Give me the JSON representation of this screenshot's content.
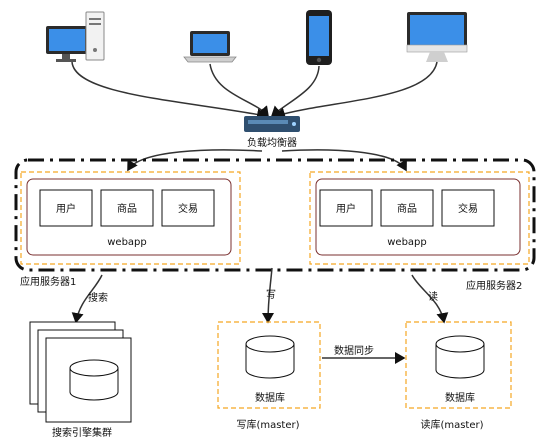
{
  "load_balancer": {
    "label": "负载均衡器"
  },
  "app_servers": [
    {
      "label": "应用服务器1",
      "app": "webapp",
      "modules": [
        "用户",
        "商品",
        "交易"
      ]
    },
    {
      "label": "应用服务器2",
      "app": "webapp",
      "modules": [
        "用户",
        "商品",
        "交易"
      ]
    }
  ],
  "edges": {
    "search": "搜索",
    "write": "写",
    "read": "读",
    "sync": "数据同步"
  },
  "search_cluster": {
    "label": "搜索引擎集群"
  },
  "write_db": {
    "db_label": "数据库",
    "caption": "写库(master)"
  },
  "read_db": {
    "db_label": "数据库",
    "caption": "读库(master)"
  },
  "colors": {
    "dashed_orange": "#f5a623",
    "box_stroke": "#7a2f2f",
    "monitor_blue": "#1e88e5",
    "router": "#2f4f6f"
  }
}
